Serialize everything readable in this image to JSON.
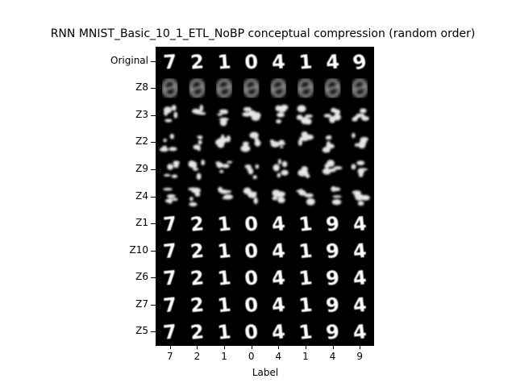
{
  "title": "RNN MNIST_Basic_10_1_ETL_NoBP conceptual compression (random order)",
  "xlabel": "Label",
  "rows": [
    "Original",
    "Z8",
    "Z3",
    "Z2",
    "Z9",
    "Z4",
    "Z1",
    "Z10",
    "Z6",
    "Z7",
    "Z5"
  ],
  "labels": [
    "7",
    "2",
    "1",
    "0",
    "4",
    "1",
    "4",
    "9"
  ],
  "cells": [
    [
      "7",
      "2",
      "1",
      "0",
      "4",
      "1",
      "4",
      "9"
    ],
    [
      "",
      "",
      "",
      "",
      "",
      "",
      "",
      ""
    ],
    [
      "",
      "",
      "",
      "",
      "",
      "",
      "",
      ""
    ],
    [
      "",
      "",
      "",
      "",
      "",
      "",
      "",
      ""
    ],
    [
      "",
      "",
      "",
      "",
      "",
      "",
      "",
      ""
    ],
    [
      "",
      "",
      "",
      "",
      "",
      "",
      "",
      ""
    ],
    [
      "7",
      "2",
      "1",
      "0",
      "4",
      "1",
      "9",
      "4"
    ],
    [
      "7",
      "2",
      "1",
      "0",
      "4",
      "1",
      "9",
      "4"
    ],
    [
      "7",
      "2",
      "1",
      "0",
      "4",
      "1",
      "9",
      "4"
    ],
    [
      "7",
      "2",
      "1",
      "0",
      "4",
      "1",
      "9",
      "4"
    ],
    [
      "7",
      "2",
      "1",
      "0",
      "4",
      "1",
      "9",
      "4"
    ]
  ],
  "colors": {
    "background": "#000000",
    "digit": "#ffffff",
    "blur": "#9a9a9a"
  }
}
